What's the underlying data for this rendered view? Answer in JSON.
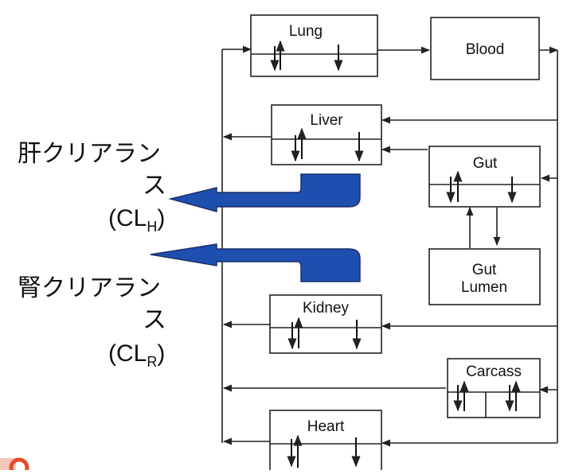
{
  "compartments": {
    "lung": "Lung",
    "blood": "Blood",
    "liver": "Liver",
    "gut": "Gut",
    "gut_lumen_line1": "Gut",
    "gut_lumen_line2": "Lumen",
    "kidney": "Kidney",
    "carcass": "Carcass",
    "heart": "Heart"
  },
  "annotations": {
    "hepatic_line1": "肝クリアラン",
    "hepatic_line2": "ス",
    "hepatic_abbr_main": "(CL",
    "hepatic_abbr_sub": "H",
    "hepatic_abbr_close": ")",
    "renal_line1": "腎クリアラン",
    "renal_line2": "ス",
    "renal_abbr_main": "(CL",
    "renal_abbr_sub": "R",
    "renal_abbr_close": ")"
  },
  "colors": {
    "clearance_arrow_fill": "#1f4fae",
    "clearance_arrow_stroke": "#1a2f6b",
    "line": "#222222",
    "logo_ring": "#e84a2a"
  },
  "icons": {
    "logo": "orange-ring-logo"
  }
}
